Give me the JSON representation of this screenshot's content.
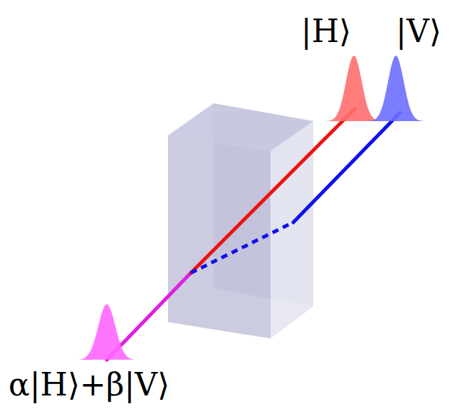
{
  "diagram": {
    "labels": [
      "|H⟩",
      "|V⟩",
      "α|H⟩+β|V⟩"
    ]
  }
}
